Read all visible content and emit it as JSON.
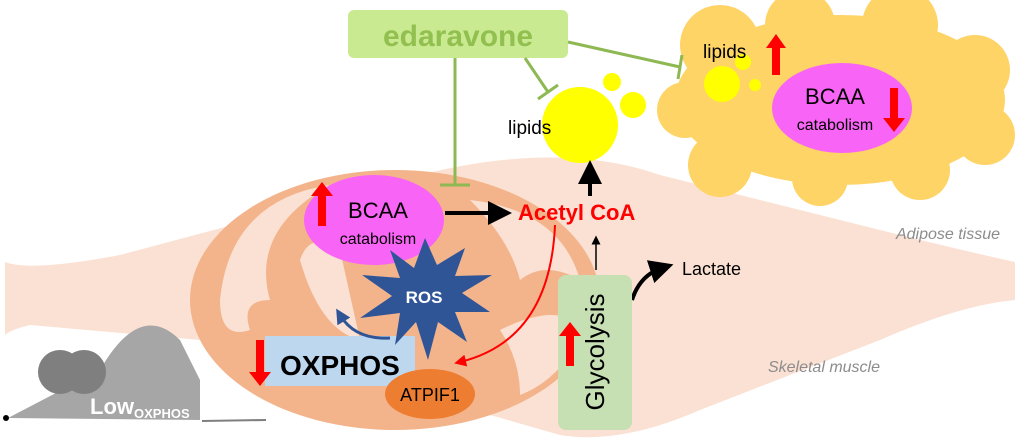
{
  "drug": "edaravone",
  "lipids_muscle": "lipids",
  "lipids_adipose": "lipids",
  "bcaa_muscle": {
    "line1": "BCAA",
    "line2": "catabolism"
  },
  "bcaa_adipose": {
    "line1": "BCAA",
    "line2": "catabolism"
  },
  "acetyl_coa": "Acetyl CoA",
  "ros": "ROS",
  "oxphos": "OXPHOS",
  "atpif1": "ATPIF1",
  "glycolysis": "Glycolysis",
  "lactate": "Lactate",
  "adipose_label": "Adipose tissue",
  "muscle_label": "Skeletal muscle",
  "mouse": {
    "main": "Low",
    "sub": "OXPHOS"
  },
  "colors": {
    "up_down_arrow": "#ff0000",
    "inhibit": "#8db852",
    "acetyl": "#ff0000"
  }
}
